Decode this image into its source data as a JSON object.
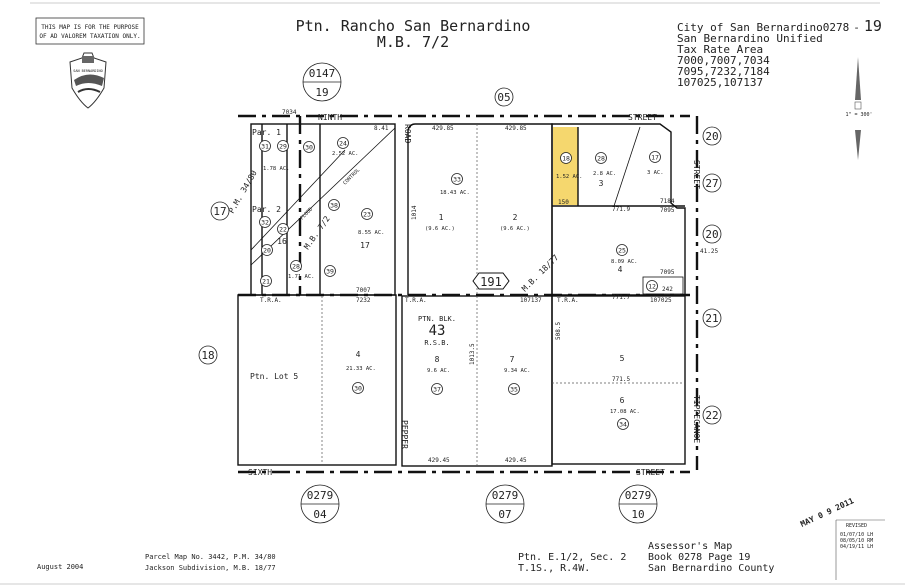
{
  "notice": "THIS MAP IS FOR THE PURPOSE OF AD VALOREM TAXATION ONLY.",
  "notice_lines": [
    "THIS MAP IS FOR THE PURPOSE",
    "OF AD VALOREM TAXATION ONLY."
  ],
  "seal_text": "SAN BERNARDINO",
  "title": {
    "line1": "Ptn. Rancho San Bernardino",
    "line2": "M.B. 7/2"
  },
  "header_right": {
    "city": "City of San Bernardino",
    "map_no": "0278",
    "page_no": "19",
    "district": "San Bernardino Unified",
    "tra_label": "Tax Rate Area",
    "tra1": "7000,7007,7034",
    "tra2": "7095,7232,7184",
    "tra3": "107025,107137"
  },
  "scale": "1\" = 300'",
  "streets": {
    "ninth": "NINTH",
    "street": "STREET",
    "sixth": "SIXTH",
    "road": "ROAD",
    "pepper": "PEPPER",
    "tippecanoe": "TIPPECANOE"
  },
  "adjacent_pages": [
    {
      "top": "0147",
      "bottom": "19"
    },
    {
      "top": "0279",
      "bottom": "04"
    },
    {
      "top": "0279",
      "bottom": "07"
    },
    {
      "top": "0279",
      "bottom": "10"
    }
  ],
  "adjacent_circles": {
    "top": "05",
    "left1": "17",
    "left2": "18",
    "r1": "20",
    "r2": "27",
    "r3": "20",
    "r4": "21",
    "r5": "22"
  },
  "block_number": "191",
  "tra_codes": [
    "7034",
    "7007",
    "7232",
    "107137",
    "7184",
    "7095",
    "7095",
    "107025",
    "T.R.A."
  ],
  "recorded_maps": {
    "pm": "P.M. 34/80",
    "mb7": "M.B. 7/2",
    "mb18": "M.B. 18/77",
    "control": "CONTROL",
    "flood": "FLOOD"
  },
  "parcels": [
    {
      "id": "31",
      "label": "Par. 1"
    },
    {
      "id": "29",
      "acres": "1.78 AC."
    },
    {
      "id": "30"
    },
    {
      "id": "24",
      "acres": "2.52 AC."
    },
    {
      "id": "32",
      "label": "Par. 2"
    },
    {
      "id": "22",
      "lot": "16"
    },
    {
      "id": "20"
    },
    {
      "id": "28",
      "acres": "1.71 AC."
    },
    {
      "id": "21"
    },
    {
      "id": "38"
    },
    {
      "id": "39"
    },
    {
      "id": "23",
      "acres": "8.55 AC.",
      "lot": "17"
    },
    {
      "id": "33",
      "acres": "18.43 AC.",
      "lot1": "1",
      "lot1_ac": "(9.6 AC.)",
      "lot2": "2",
      "lot2_ac": "(9.6 AC.)"
    },
    {
      "id": "18",
      "acres": "1.52 AC.",
      "highlight": "#f5d76e"
    },
    {
      "id": "28",
      "acres": "2.8 AC.",
      "lot": "3"
    },
    {
      "id": "17",
      "acres": "3 AC."
    },
    {
      "id": "25",
      "acres": "8.09 AC.",
      "lot": "4"
    },
    {
      "id": "12"
    },
    {
      "id": "30",
      "acres": "21.33 AC.",
      "lot": "4",
      "label": "Ptn. Lot 5"
    },
    {
      "id": "37",
      "acres": "9.6 AC.",
      "lot": "8"
    },
    {
      "id": "35",
      "acres": "9.34 AC.",
      "lot": "7"
    },
    {
      "id": "34",
      "acres": "17.08 AC.",
      "lot": "6",
      "lot_above": "5"
    }
  ],
  "block_label": {
    "ptn": "PTN. BLK.",
    "num": "43",
    "rsb": "R.S.B."
  },
  "dimensions": [
    "429.85",
    "429.85",
    "1013.5",
    "429.45",
    "429.45",
    "771.5",
    "771.7",
    "771.9",
    "508.5",
    "150",
    "242",
    "41.25",
    "8.41",
    "1014"
  ],
  "footer": {
    "date": "August 2004",
    "ref1": "Parcel Map No. 3442, P.M. 34/80",
    "ref2": "Jackson Subdivision, M.B. 18/77",
    "section1": "Ptn. E.1/2, Sec. 2",
    "section2": "T.1S., R.4W.",
    "assessor1": "Assessor's Map",
    "assessor2": "Book 0278 Page 19",
    "assessor3": "San Bernardino County",
    "stamp": "MAY 0 9 2011",
    "revised_label": "REVISED",
    "revisions": [
      "01/07/10 LH",
      "08/05/10 RM",
      "04/19/11 LH"
    ]
  },
  "colors": {
    "highlight": "#f5d76e",
    "line": "#111111"
  }
}
